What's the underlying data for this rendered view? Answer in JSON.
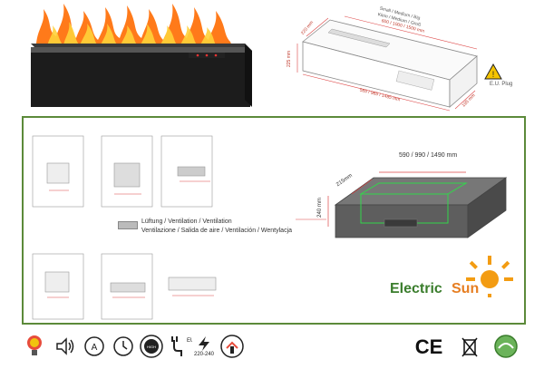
{
  "product_top": {
    "sizes_line1": "Small / Medium / Big",
    "sizes_line2": "Klein / Medium / Groß",
    "lengths": "600 / 1000 / 1500 mm",
    "depth": "220 mm",
    "height": "225 mm",
    "inner": "585 / 985 / 1485 mm",
    "side_depth": "195 mm",
    "plug_label": "E.U. Plug"
  },
  "diagram": {
    "size_label": "590 / 990 / 1490 mm",
    "depth_label": "215mm",
    "height_label": "240 mm",
    "vent_line1": "Lüftung / Ventilation / Ventilation",
    "vent_line2": "Ventilazione / Salida de aire / Ventilación / Wentylacja"
  },
  "brand": {
    "part1": "Electric",
    "part2": "Sun",
    "color1": "#3a7d2c",
    "color2": "#e67e22"
  },
  "icons": {
    "left": [
      "led-icon",
      "speaker-icon",
      "thermometer-icon",
      "remote-icon",
      "quality-icon",
      "plug-icon",
      "power-icon",
      "easy-install-icon"
    ],
    "voltage": "220-240",
    "eu_label": "EU",
    "quality_label": "HIGH QUALITY",
    "install_label": "EASY TO INSTALL",
    "right": [
      "ce-mark-icon",
      "weee-icon",
      "eco-icon"
    ]
  }
}
